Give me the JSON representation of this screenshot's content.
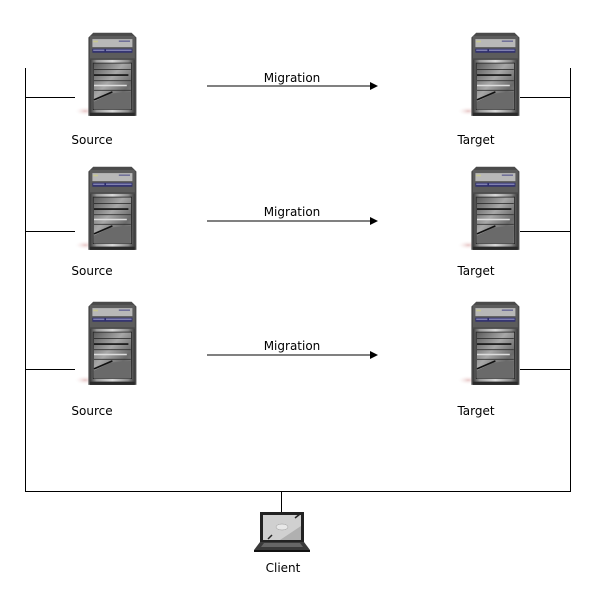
{
  "diagram": {
    "pairs": [
      {
        "source_label": "Source",
        "target_label": "Target",
        "migration_label": "Migration"
      },
      {
        "source_label": "Source",
        "target_label": "Target",
        "migration_label": "Migration"
      },
      {
        "source_label": "Source",
        "target_label": "Target",
        "migration_label": "Migration"
      }
    ],
    "client_label": "Client",
    "icons": {
      "server": "server-tower-icon",
      "client": "laptop-icon"
    },
    "colors": {
      "line": "#000000",
      "background": "#ffffff",
      "server_body": "#6e6e6e",
      "server_accent": "#2a2a7a"
    }
  }
}
